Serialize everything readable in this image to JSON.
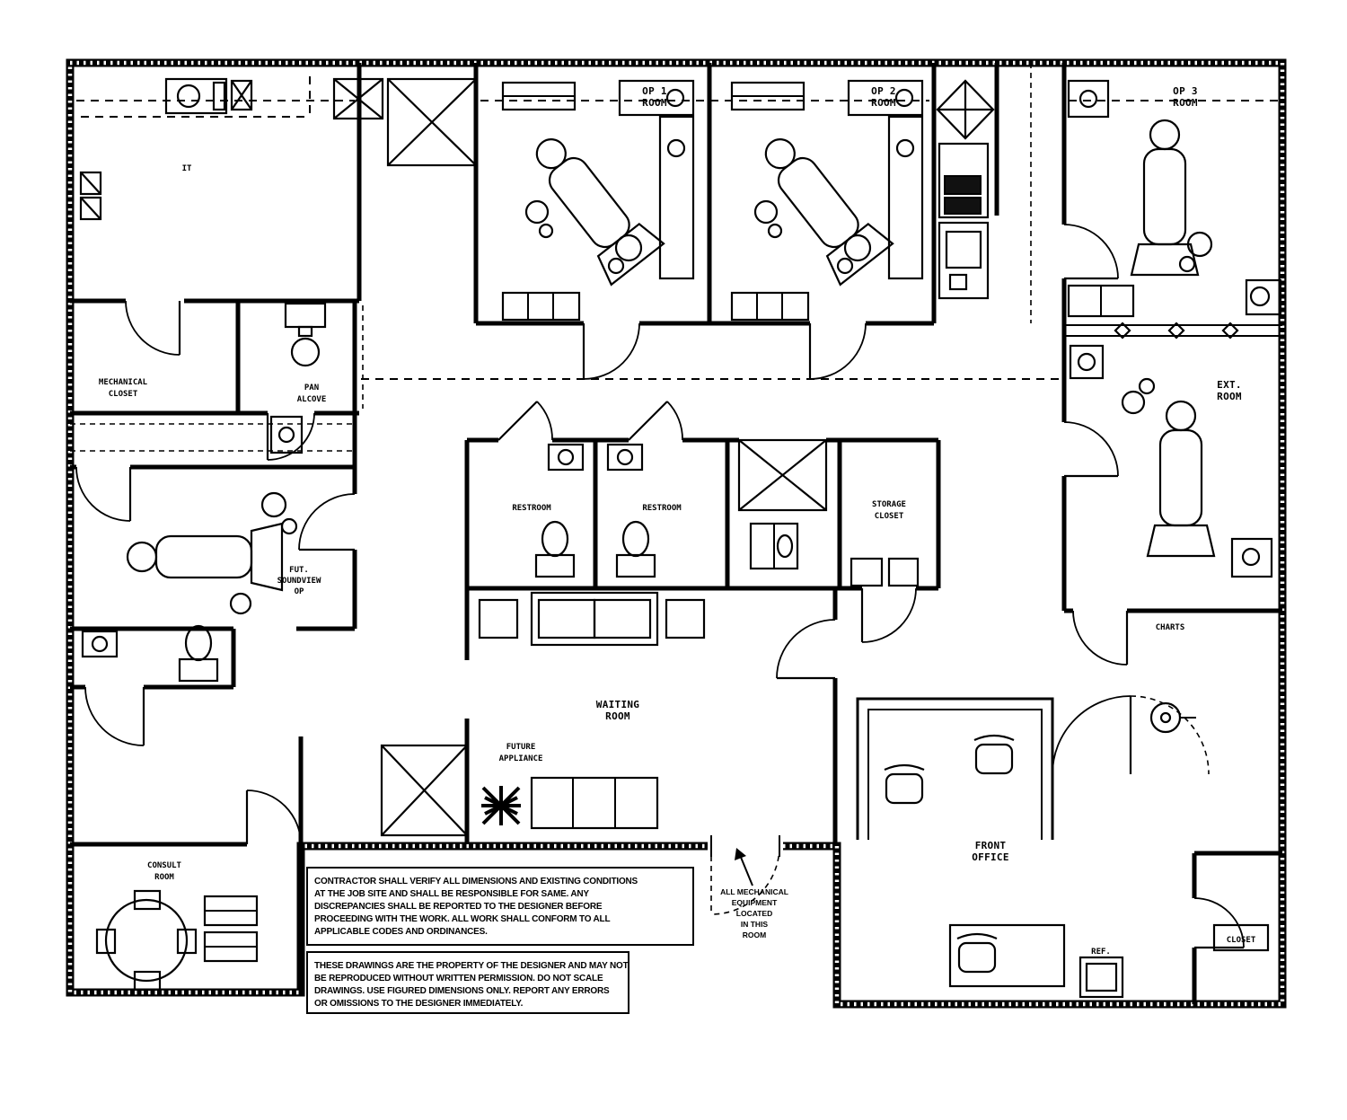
{
  "colors": {
    "ink": "#000000",
    "paper": "#ffffff"
  },
  "rooms": {
    "it": {
      "label": "IT"
    },
    "mechanical_closet": {
      "line1": "MECHANICAL",
      "line2": "CLOSET"
    },
    "pan_alcove": {
      "line1": "PAN",
      "line2": "ALCOVE"
    },
    "op1": {
      "line1": "OP 1",
      "line2": "ROOM"
    },
    "op2": {
      "line1": "OP 2",
      "line2": "ROOM"
    },
    "op3": {
      "line1": "OP 3",
      "line2": "ROOM"
    },
    "ext_room": {
      "line1": "EXT.",
      "line2": "ROOM"
    },
    "future_op": {
      "line1": "FUT.",
      "line2": "SOUNDVIEW",
      "line3": "OP"
    },
    "restroom_left": {
      "label": "RESTROOM"
    },
    "restroom_right": {
      "label": "RESTROOM"
    },
    "storage_closet": {
      "line1": "STORAGE",
      "line2": "CLOSET"
    },
    "waiting_room": {
      "line1": "WAITING",
      "line2": "ROOM"
    },
    "future_appliance": {
      "line1": "FUTURE",
      "line2": "APPLIANCE"
    },
    "charts": {
      "label": "CHARTS"
    },
    "front_office": {
      "line1": "FRONT",
      "line2": "OFFICE"
    },
    "consult_room": {
      "line1": "CONSULT",
      "line2": "ROOM"
    },
    "closet": {
      "label": "CLOSET"
    },
    "ref": {
      "label": "REF."
    }
  },
  "mech_note": {
    "line1": "ALL MECHANICAL",
    "line2": "EQUIPMENT",
    "line3": "LOCATED",
    "line4": "IN THIS",
    "line5": "ROOM"
  },
  "general_notes": {
    "line1": "CONTRACTOR SHALL VERIFY ALL DIMENSIONS AND EXISTING CONDITIONS",
    "line2": "AT THE JOB SITE AND SHALL BE RESPONSIBLE FOR SAME. ANY",
    "line3": "DISCREPANCIES SHALL BE REPORTED TO THE DESIGNER BEFORE",
    "line4": "PROCEEDING WITH THE WORK. ALL WORK SHALL CONFORM TO ALL",
    "line5": "APPLICABLE CODES AND ORDINANCES."
  },
  "disclaimer_notes": {
    "line1": "THESE DRAWINGS ARE THE PROPERTY OF THE DESIGNER AND MAY NOT",
    "line2": "BE REPRODUCED WITHOUT WRITTEN PERMISSION. DO NOT SCALE",
    "line3": "DRAWINGS. USE FIGURED DIMENSIONS ONLY. REPORT ANY ERRORS",
    "line4": "OR OMISSIONS TO THE DESIGNER IMMEDIATELY."
  }
}
